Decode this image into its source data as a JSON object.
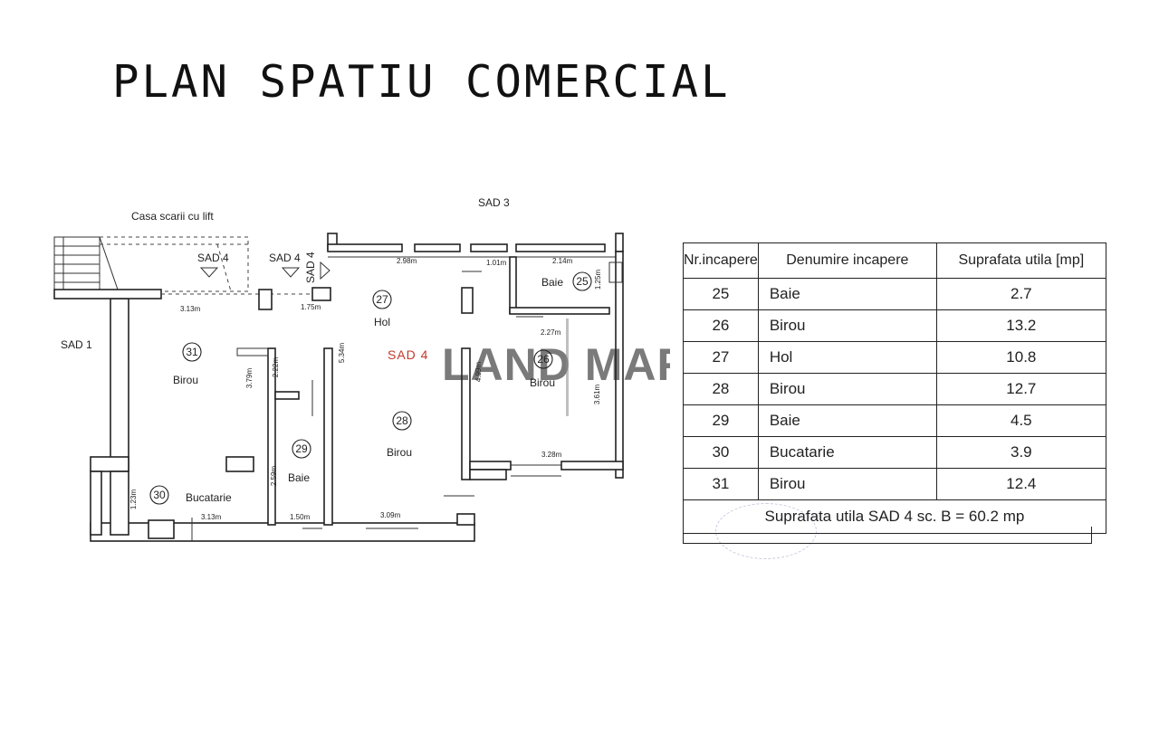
{
  "title": "PLAN SPATIU COMERCIAL",
  "plan": {
    "stair_label": "Casa scarii cu lift",
    "sad1": "SAD 1",
    "sad3": "SAD 3",
    "sad4_marker_a": "SAD 4",
    "sad4_marker_b": "SAD 4",
    "sad4_marker_c": "SAD 4",
    "sad4_center": "SAD 4",
    "watermark": "LAND MARK",
    "rooms": [
      {
        "no": "25",
        "name": "Baie"
      },
      {
        "no": "26",
        "name": "Birou"
      },
      {
        "no": "27",
        "name": "Hol"
      },
      {
        "no": "28",
        "name": "Birou"
      },
      {
        "no": "29",
        "name": "Baie"
      },
      {
        "no": "30",
        "name": "Bucatarie"
      },
      {
        "no": "31",
        "name": "Birou"
      }
    ],
    "dimensions": [
      "2.98m",
      "1.01m",
      "2.14m",
      "1.25m",
      "3.13m",
      "1.75m",
      "2.27m",
      "2.22m",
      "3.79m",
      "5.34m",
      "4.99m",
      "3.61m",
      "3.28m",
      "2.59m",
      "1.23m",
      "3.13m",
      "1.50m",
      "3.09m"
    ]
  },
  "table": {
    "headers": [
      "Nr.incapere",
      "Denumire incapere",
      "Suprafata utila [mp]"
    ],
    "rows": [
      [
        "25",
        "Baie",
        "2.7"
      ],
      [
        "26",
        "Birou",
        "13.2"
      ],
      [
        "27",
        "Hol",
        "10.8"
      ],
      [
        "28",
        "Birou",
        "12.7"
      ],
      [
        "29",
        "Baie",
        "4.5"
      ],
      [
        "30",
        "Bucatarie",
        "3.9"
      ],
      [
        "31",
        "Birou",
        "12.4"
      ]
    ],
    "total": "Suprafata utila SAD 4 sc. B = 60.2 mp"
  }
}
